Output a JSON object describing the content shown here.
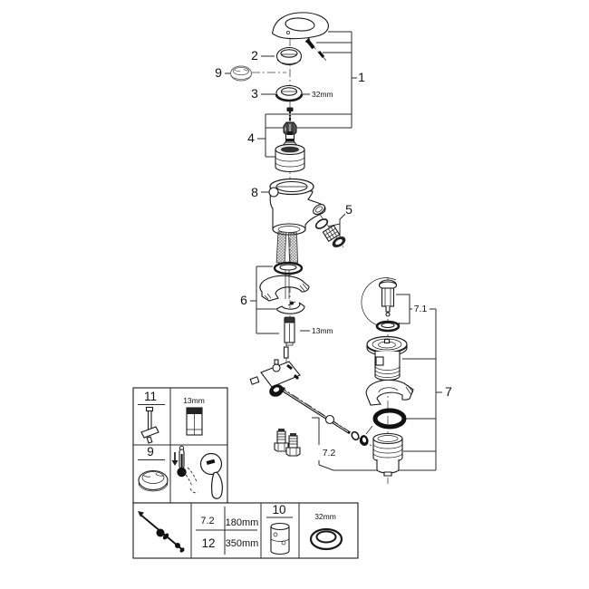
{
  "colors": {
    "line": "#1a1a1a",
    "background": "#ffffff"
  },
  "part_labels": {
    "p1": "1",
    "p2": "2",
    "p3": "3",
    "p4": "4",
    "p5": "5",
    "p6": "6",
    "p7": "7",
    "p7_1": "7.1",
    "p7_2": "7.2",
    "p8": "8",
    "p9": "9"
  },
  "callouts": {
    "cap_ring_diameter": "32mm",
    "mounting_stud_wrench": "13mm"
  },
  "reference_box": {
    "mounting_tool": {
      "label": "11",
      "socket_size": "13mm"
    },
    "temperature_cap": {
      "label": "9"
    },
    "extension_piece": {
      "label": "10"
    },
    "escutcheon_diameter": "32mm",
    "rod_lengths": {
      "rows": [
        {
          "ref": "7.2",
          "length": "180mm"
        },
        {
          "ref": "12",
          "length": "350mm"
        }
      ]
    }
  }
}
